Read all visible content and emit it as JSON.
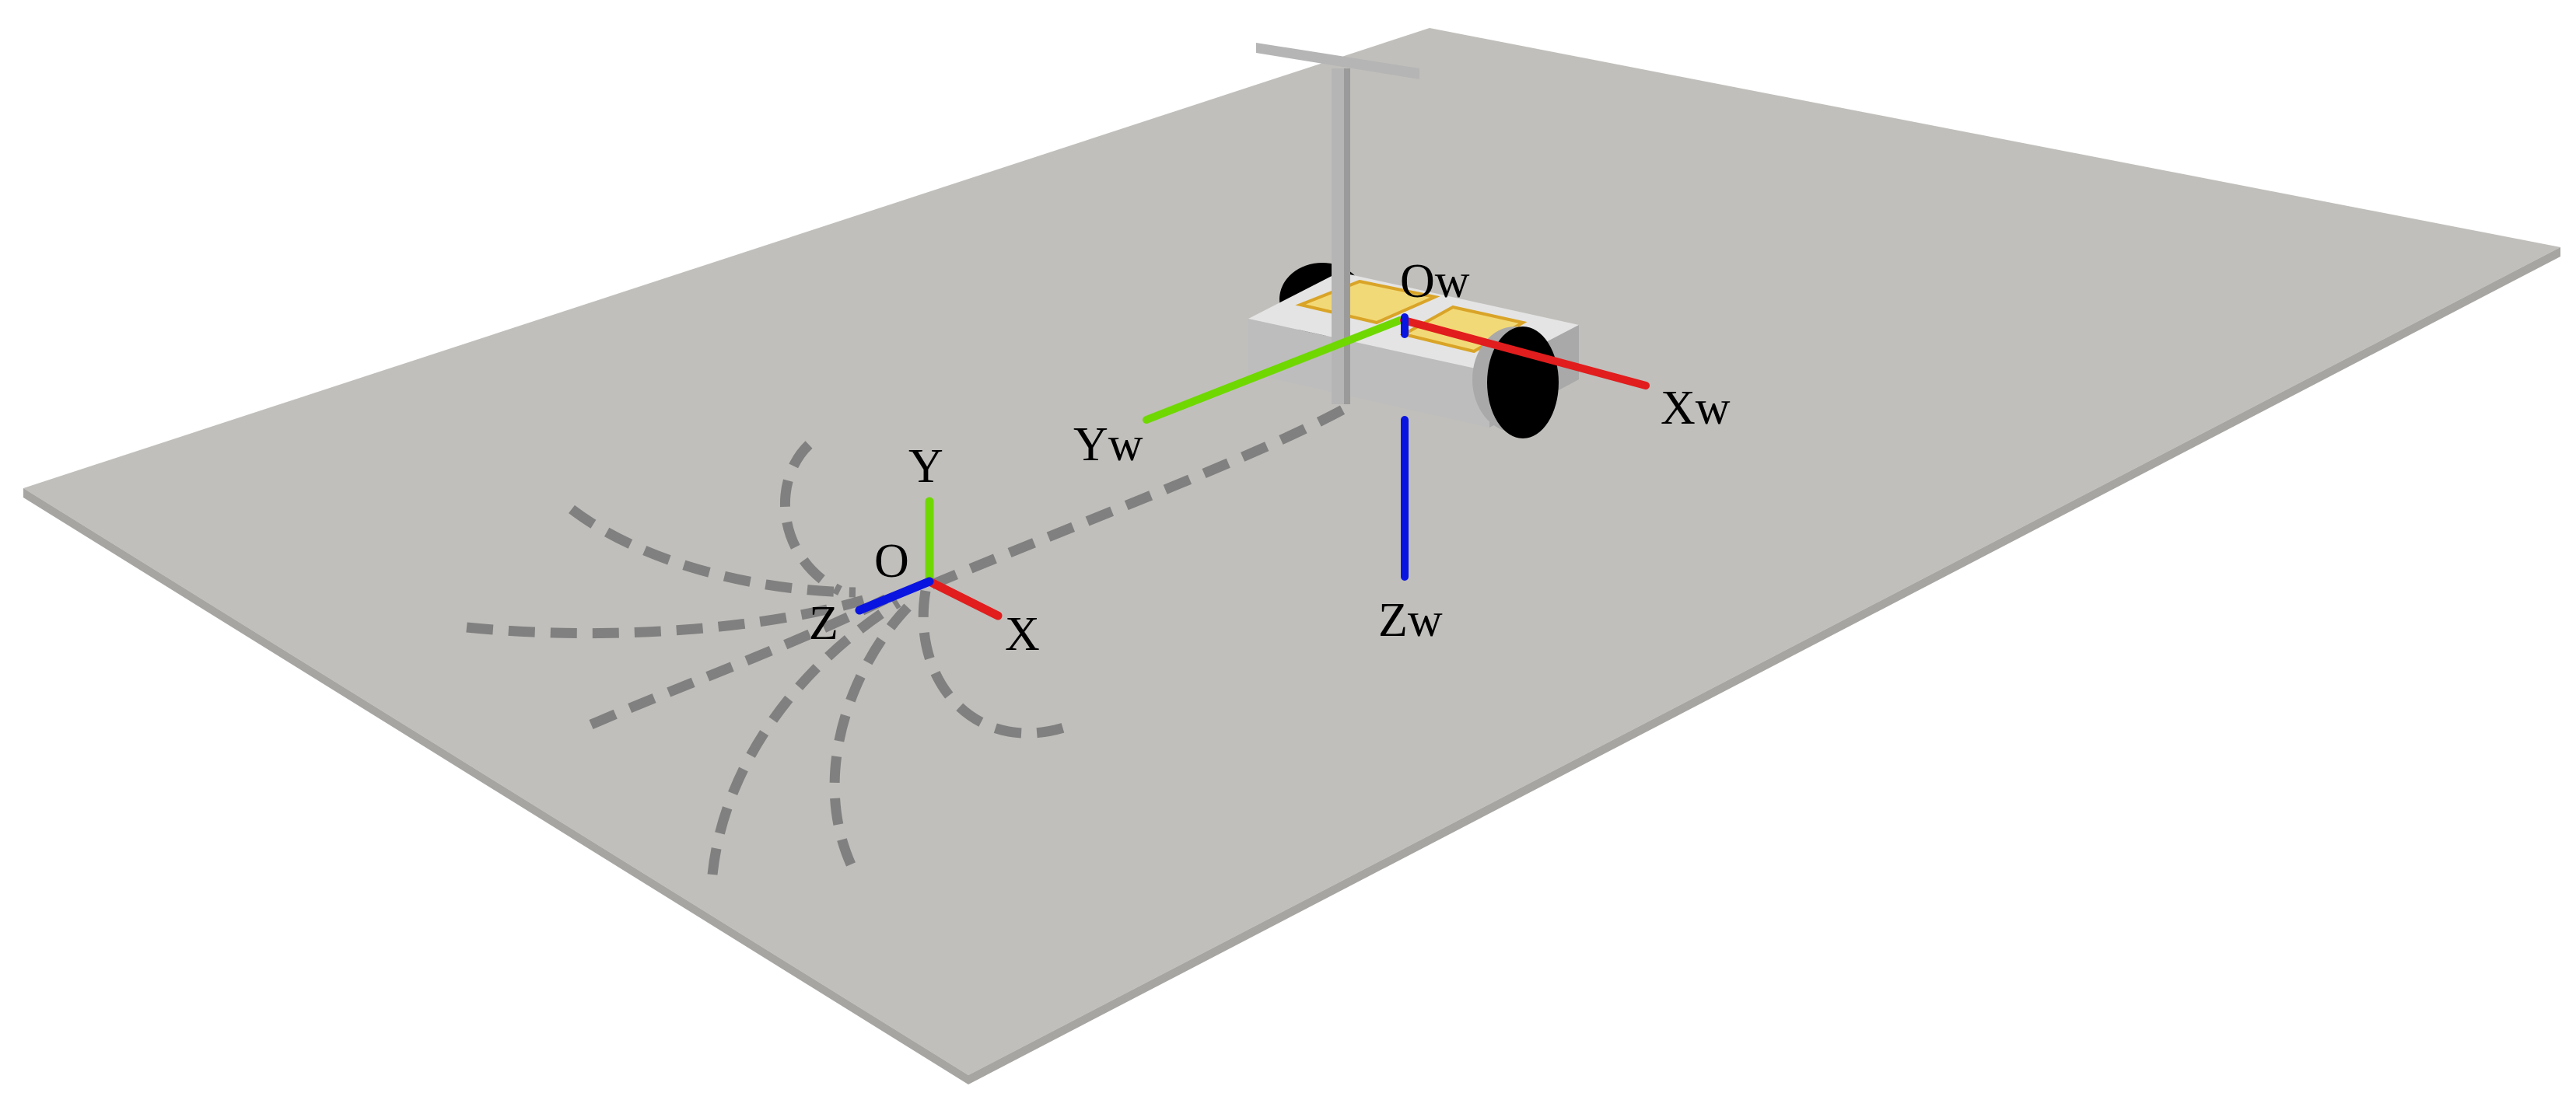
{
  "labels": {
    "origin_local": "O",
    "axis_x_local": "X",
    "axis_y_local": "Y",
    "axis_z_local": "Z",
    "origin_world": "Ow",
    "axis_x_world": "Xw",
    "axis_y_world": "Yw",
    "axis_z_world": "Zw"
  },
  "colors": {
    "floor": "#c0bfbb",
    "floor_edge": "#a6a5a2",
    "path": "#808080",
    "axis_x": "#e11d1d",
    "axis_y": "#6fd800",
    "axis_z": "#0a14e0",
    "robot_body": "#e4e4e4",
    "robot_side": "#bdbdbd",
    "robot_dark": "#a9a9a9",
    "pad": "#f2d977",
    "pad_edge": "#d9a427",
    "wheel": "#000000",
    "pole": "#b5b5b5",
    "pole_dark": "#9a9a9a"
  }
}
